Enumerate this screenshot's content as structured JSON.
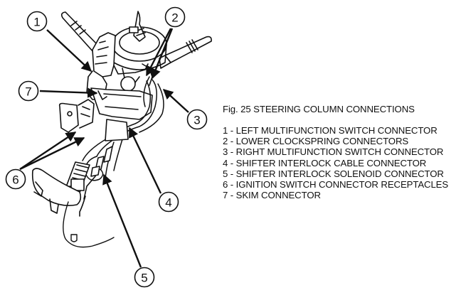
{
  "figure": {
    "caption": "Fig. 25 STEERING COLUMN CONNECTIONS",
    "subject": "steering column assembly",
    "legend": [
      {
        "number": "1",
        "label": "LEFT MULTIFUNCTION SWITCH CONNECTOR",
        "text": "1 - LEFT MULTIFUNCTION SWITCH CONNECTOR"
      },
      {
        "number": "2",
        "label": "LOWER CLOCKSPRING CONNECTORS",
        "text": "2 - LOWER CLOCKSPRING CONNECTORS"
      },
      {
        "number": "3",
        "label": "RIGHT MULTIFUNCTION SWITCH CONNECTOR",
        "text": "3 - RIGHT MULTIFUNCTION SWITCH CONNECTOR"
      },
      {
        "number": "4",
        "label": "SHIFTER INTERLOCK CABLE CONNECTOR",
        "text": "4 - SHIFTER INTERLOCK CABLE CONNECTOR"
      },
      {
        "number": "5",
        "label": "SHIFTER INTERLOCK SOLENOID CONNECTOR",
        "text": "5 - SHIFTER INTERLOCK SOLENOID CONNECTOR"
      },
      {
        "number": "6",
        "label": "IGNITION SWITCH CONNECTOR RECEPTACLES",
        "text": "6 - IGNITION SWITCH CONNECTOR RECEPTACLES"
      },
      {
        "number": "7",
        "label": "SKIM CONNECTOR",
        "text": "7 - SKIM CONNECTOR"
      }
    ],
    "callouts": [
      {
        "number": "1"
      },
      {
        "number": "2"
      },
      {
        "number": "3"
      },
      {
        "number": "4"
      },
      {
        "number": "5"
      },
      {
        "number": "6"
      },
      {
        "number": "7"
      }
    ]
  }
}
